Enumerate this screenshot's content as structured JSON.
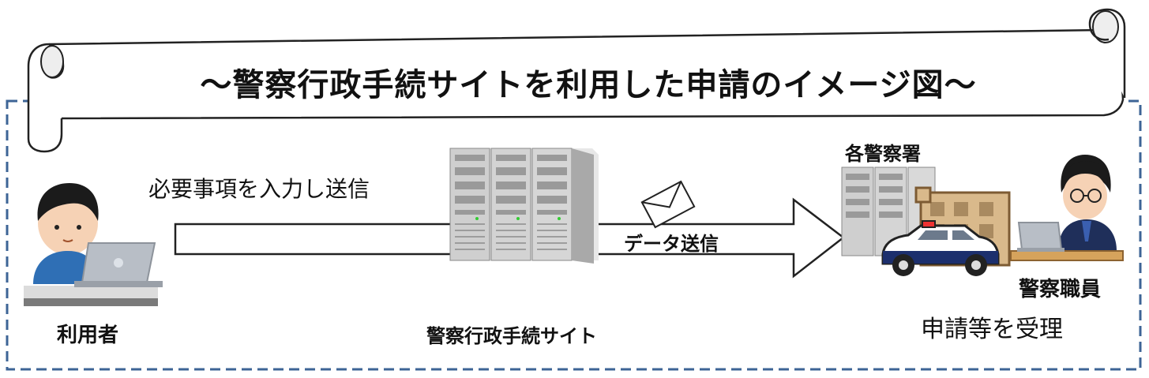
{
  "title": "～警察行政手続サイトを利用した申請のイメージ図～",
  "labels": {
    "user": "利用者",
    "input_send": "必要事項を入力し送信",
    "site": "警察行政手続サイト",
    "data_send": "データ送信",
    "stations": "各警察署",
    "staff": "警察職員",
    "receive": "申請等を受理"
  },
  "icons": [
    "scroll-banner",
    "user-with-laptop-icon",
    "server-rack-icon",
    "mail-envelope-icon",
    "police-station-building-icon",
    "police-car-icon",
    "officer-at-laptop-icon",
    "arrow-icon"
  ],
  "colors": {
    "dashed_border": "#3d6496",
    "title_text": "#111111",
    "laptop": "#b8bec6",
    "shirt": "#2f6fb5",
    "police_car_blue": "#1c2f6d",
    "building": "#d9b98b"
  }
}
